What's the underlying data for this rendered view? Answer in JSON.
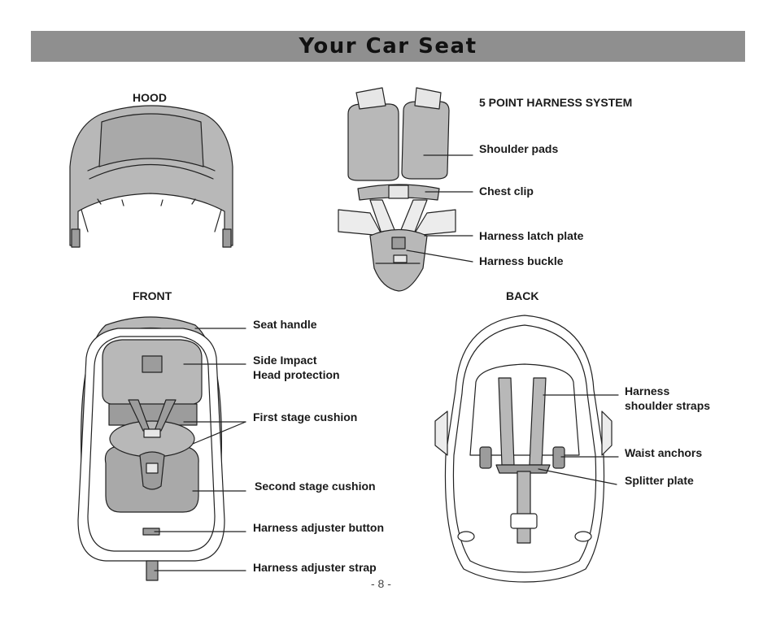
{
  "page": {
    "title": "Your Car Seat",
    "page_number": "- 8 -"
  },
  "sections": {
    "hood": "HOOD",
    "front": "FRONT",
    "back": "BACK",
    "harness": "5 POINT HARNESS SYSTEM"
  },
  "harness_labels": {
    "shoulder_pads": "Shoulder pads",
    "chest_clip": "Chest clip",
    "latch_plate": "Harness latch plate",
    "buckle": "Harness buckle"
  },
  "front_labels": {
    "seat_handle": "Seat handle",
    "side_impact_1": "Side Impact",
    "side_impact_2": "Head protection",
    "first_cushion": "First stage cushion",
    "second_cushion": "Second stage cushion",
    "adjuster_button": "Harness adjuster button",
    "adjuster_strap": "Harness adjuster strap"
  },
  "back_labels": {
    "shoulder_straps_1": "Harness",
    "shoulder_straps_2": "shoulder straps",
    "waist_anchors": "Waist anchors",
    "splitter_plate": "Splitter plate"
  },
  "colors": {
    "title_bar": "#8f8f8f",
    "fabric": "#b8b8b8",
    "fabric_dark": "#9c9c9c",
    "line": "#222222"
  }
}
